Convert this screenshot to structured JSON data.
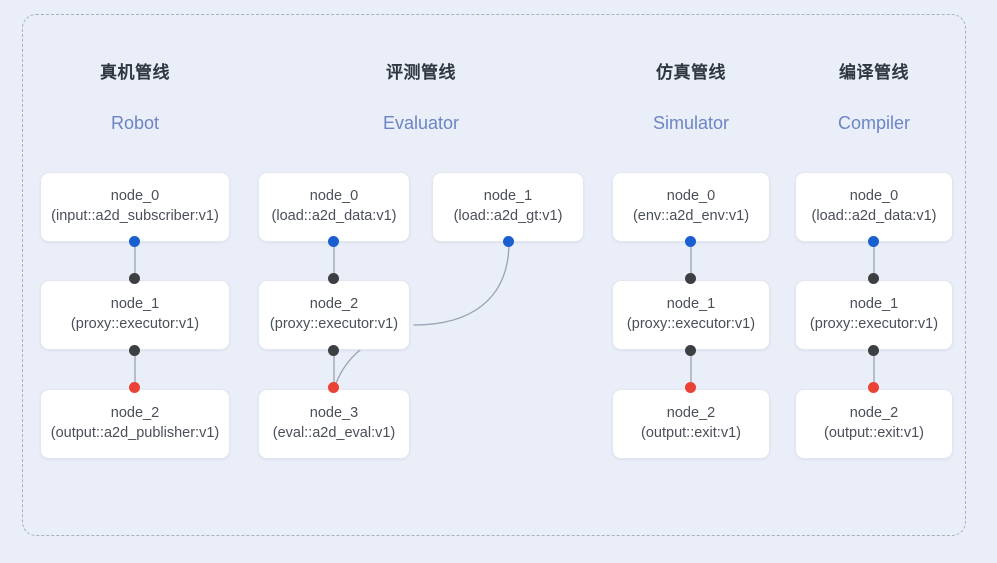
{
  "diagram": {
    "background_color": "#e9eef8",
    "frame": {
      "style": "dashed",
      "color": "#a8b0c0"
    },
    "port_colors": {
      "blue": "#1a5fd0",
      "black": "#3c4043",
      "red": "#ea4335"
    },
    "edge_color": "#9aa3b5"
  },
  "columns": [
    {
      "id": "robot",
      "title_cn": "真机管线",
      "title_en": "Robot",
      "nodes": [
        {
          "id": "node_0",
          "spec": "(input::a2d_subscriber:v1)"
        },
        {
          "id": "node_1",
          "spec": "(proxy::executor:v1)"
        },
        {
          "id": "node_2",
          "spec": "(output::a2d_publisher:v1)"
        }
      ]
    },
    {
      "id": "evaluator",
      "title_cn": "评测管线",
      "title_en": "Evaluator",
      "nodes": [
        {
          "id": "node_0",
          "spec": "(load::a2d_data:v1)"
        },
        {
          "id": "node_1",
          "spec": "(load::a2d_gt:v1)"
        },
        {
          "id": "node_2",
          "spec": "(proxy::executor:v1)"
        },
        {
          "id": "node_3",
          "spec": "(eval::a2d_eval:v1)"
        }
      ]
    },
    {
      "id": "simulator",
      "title_cn": "仿真管线",
      "title_en": "Simulator",
      "nodes": [
        {
          "id": "node_0",
          "spec": "(env::a2d_env:v1)"
        },
        {
          "id": "node_1",
          "spec": "(proxy::executor:v1)"
        },
        {
          "id": "node_2",
          "spec": "(output::exit:v1)"
        }
      ]
    },
    {
      "id": "compiler",
      "title_cn": "编译管线",
      "title_en": "Compiler",
      "nodes": [
        {
          "id": "node_0",
          "spec": "(load::a2d_data:v1)"
        },
        {
          "id": "node_1",
          "spec": "(proxy::executor:v1)"
        },
        {
          "id": "node_2",
          "spec": "(output::exit:v1)"
        }
      ]
    }
  ]
}
